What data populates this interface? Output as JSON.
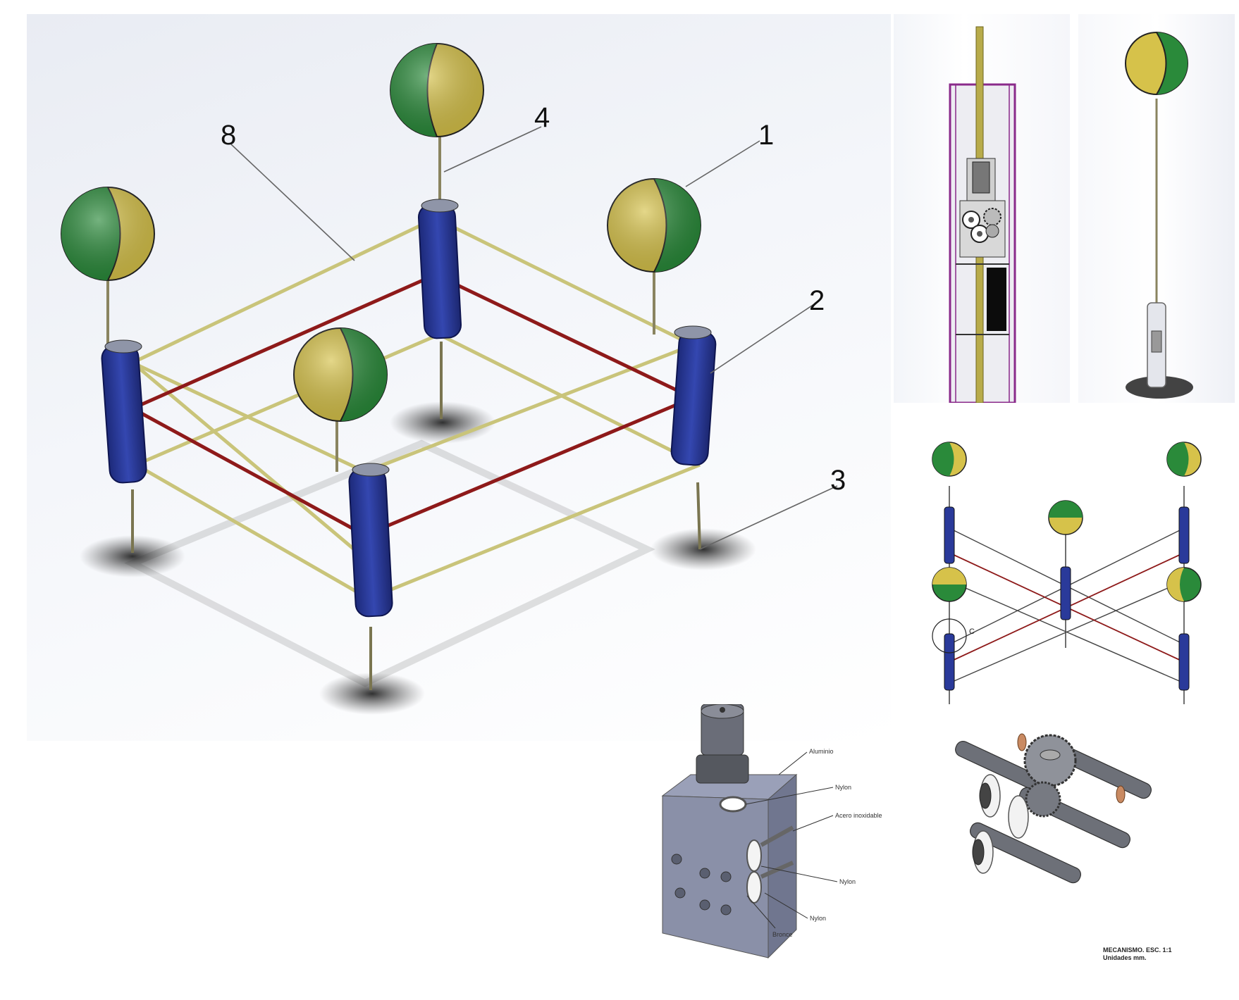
{
  "main_view": {
    "callouts": [
      {
        "label": "8",
        "ref": "upper-rope"
      },
      {
        "label": "4",
        "ref": "ball-pole"
      },
      {
        "label": "1",
        "ref": "ball"
      },
      {
        "label": "2",
        "ref": "post-tube"
      },
      {
        "label": "3",
        "ref": "ground-spike"
      }
    ]
  },
  "section_view": {
    "detail_label": "C"
  },
  "mechanism": {
    "materials": [
      "Aluminio",
      "Nylon",
      "Acero inoxidable",
      "Nylon",
      "Nylon",
      "Bronce"
    ],
    "title_line1": "MECANISMO. ESC. 1:1",
    "title_line2": "Unidades mm."
  },
  "colors": {
    "post": "#2a3a9a",
    "rope_yellow": "#c9c47a",
    "rope_red": "#8e1a1a",
    "ball_green": "#2a8a3a",
    "ball_yellow": "#d6c24a"
  }
}
